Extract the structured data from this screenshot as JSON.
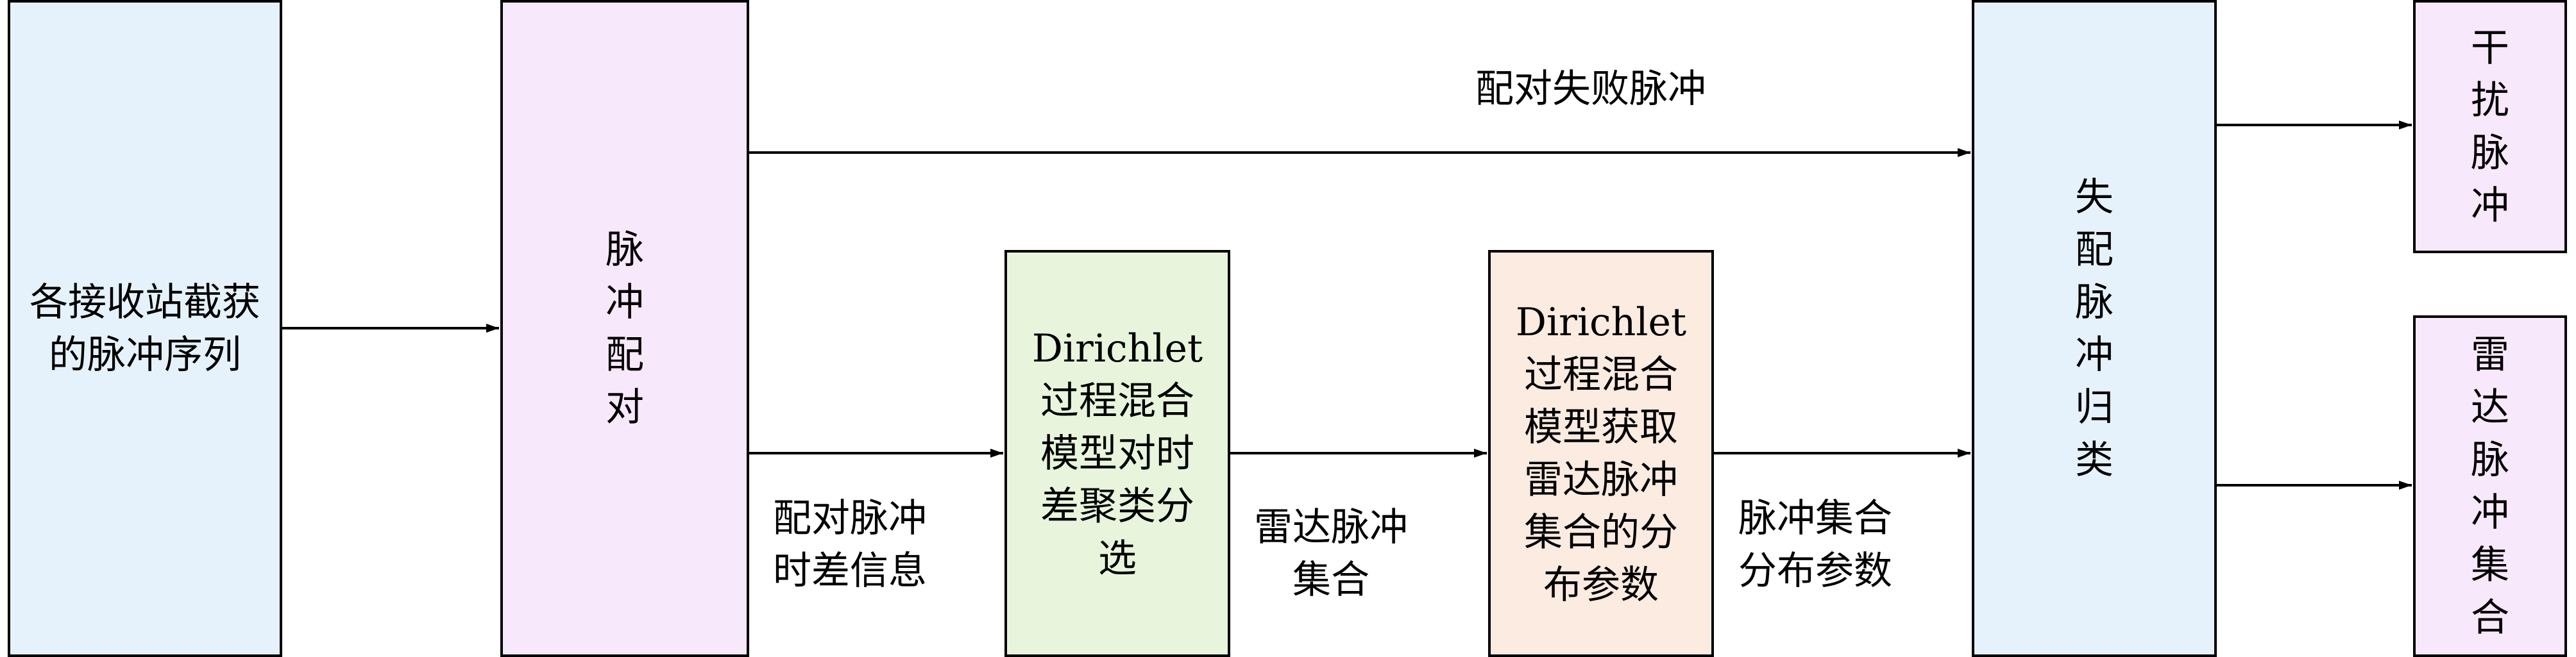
{
  "nodes": {
    "receiver": "各接收站截获\n的脉冲序列",
    "pulse_pairing": "脉\n冲\n配\n对",
    "dirichlet_cluster": "Dirichlet\n过程混合\n模型对时\n差聚类分\n选",
    "dirichlet_params": "Dirichlet\n过程混合\n模型获取\n雷达脉冲\n集合的分\n布参数",
    "unmatched_classify": "失\n配\n脉\n冲\n归\n类",
    "interference": "干\n扰\n脉\n冲",
    "radar_set": "雷\n达\n脉\n冲\n集\n合"
  },
  "edge_labels": {
    "pair_fail": "配对失败脉冲",
    "pair_tdoa": "配对脉冲\n时差信息",
    "radar_set": "雷达脉冲\n集合",
    "dist_params": "脉冲集合\n分布参数"
  }
}
